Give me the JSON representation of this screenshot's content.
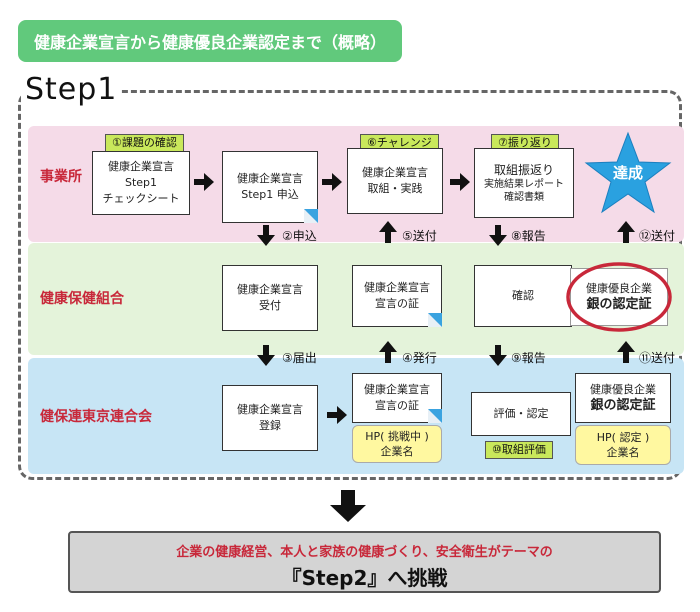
{
  "title": "健康企業宣言から健康優良企業認定まで（概略）",
  "step_label": "Step1",
  "rows": {
    "business": "事業所",
    "association": "健康保健組合",
    "federation": "健保連東京連合会"
  },
  "tags": {
    "check": "①課題の確認",
    "challenge": "⑥チャレンジ",
    "review": "⑦振り返り",
    "evaluation": "⑩取組評価"
  },
  "boxes": {
    "checksheet": [
      "健康企業宣言",
      "Step1",
      "チェックシート"
    ],
    "apply": [
      "健康企業宣言",
      "Step1 申込"
    ],
    "practice": [
      "健康企業宣言",
      "取組・実践"
    ],
    "review_main": "取組振返り",
    "review_sub1": "実施結果レポート",
    "review_sub2": "確認書類",
    "achieve": "達成",
    "accept": [
      "健康企業宣言",
      "受付"
    ],
    "cert_assoc": [
      "健康企業宣言",
      "宣言の証"
    ],
    "confirm": "確認",
    "silver_assoc": [
      "健康優良企業",
      "銀の認定証"
    ],
    "register": [
      "健康企業宣言",
      "登録"
    ],
    "cert_fed": [
      "健康企業宣言",
      "宣言の証"
    ],
    "hp_challenge": [
      "HP( 挑戦中 )",
      "企業名"
    ],
    "eval_confirm": "評価・認定",
    "silver_fed": [
      "健康優良企業",
      "銀の認定証"
    ],
    "hp_cert": [
      "HP( 認定 )",
      "企業名"
    ]
  },
  "flow_labels": {
    "apply": "②申込",
    "notify": "③届出",
    "issue": "④発行",
    "send5": "⑤送付",
    "report8": "⑧報告",
    "report9": "⑨報告",
    "send11": "⑪送付",
    "send12": "⑫送付"
  },
  "bottom": {
    "line1": "企業の健康経営、本人と家族の健康づくり、安全衛生がテーマの",
    "line2": "『Step2』へ挑戦"
  },
  "colors": {
    "title_bg": "#61c97c",
    "pink_band": "#f5dbe8",
    "green_band": "#e4f3da",
    "blue_band": "#c7e5f5",
    "label_red": "#c8283a",
    "tag_green": "#c9e85b",
    "star_blue": "#2aa1e0"
  }
}
